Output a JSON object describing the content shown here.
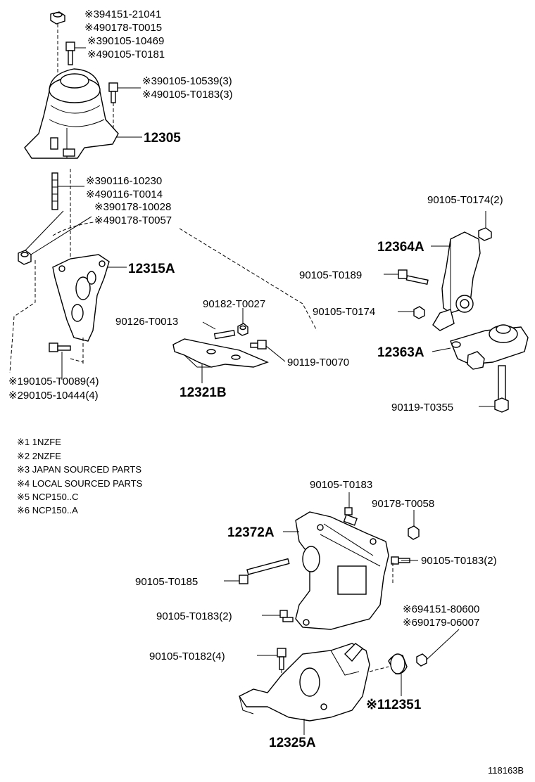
{
  "labels": {
    "a1": "※394151-21041",
    "a2": "※490178-T0015",
    "b1": "※390105-10469",
    "b2": "※490105-T0181",
    "c1": "※390105-10539(3)",
    "c2": "※490105-T0183(3)",
    "p12305": "12305",
    "d1": "※390116-10230",
    "d2": "※490116-T0014",
    "e1": "※390178-10028",
    "e2": "※490178-T0057",
    "p12315a": "12315A",
    "f1": "90182-T0027",
    "f2": "90126-T0013",
    "f3": "90119-T0070",
    "p12321b": "12321B",
    "g1": "※190105-T0089(4)",
    "g2": "※290105-10444(4)",
    "h1": "90105-T0174(2)",
    "p12364a": "12364A",
    "h2": "90105-T0189",
    "h3": "90105-T0174",
    "p12363a": "12363A",
    "h4": "90119-T0355",
    "i1": "90105-T0183",
    "i2": "90178-T0058",
    "p12372a": "12372A",
    "i3": "90105-T0183(2)",
    "i4": "90105-T0185",
    "i5": "90105-T0183(2)",
    "j1": "※694151-80600",
    "j2": "※690179-06007",
    "j3": "90105-T0182(4)",
    "p12351": "※112351",
    "p12325a": "12325A",
    "code": "118163B"
  },
  "notes": [
    "※1 1NZFE",
    "※2 2NZFE",
    "※3 JAPAN SOURCED PARTS",
    "※4 LOCAL SOURCED PARTS",
    "※5 NCP150..C",
    "※6 NCP150..A"
  ]
}
